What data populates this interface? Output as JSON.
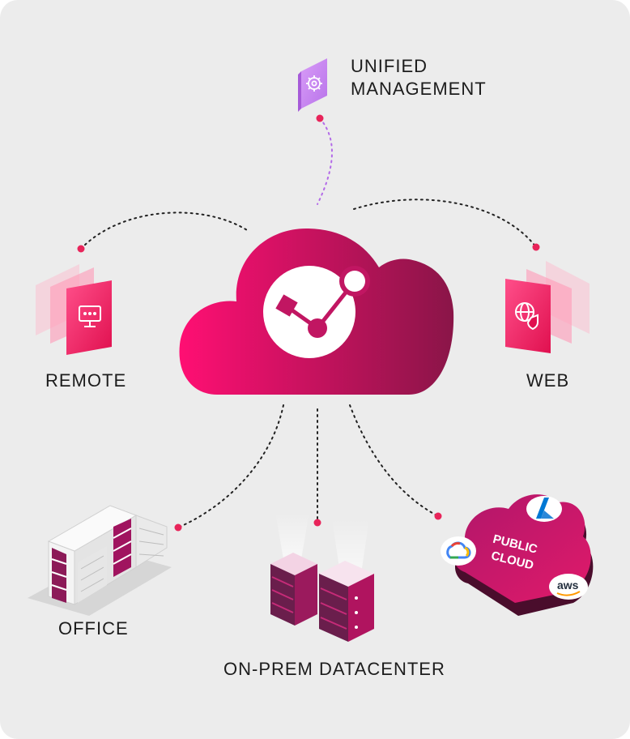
{
  "labels": {
    "unified_line1": "UNIFIED",
    "unified_line2": "MANAGEMENT",
    "remote": "REMOTE",
    "web": "WEB",
    "office": "OFFICE",
    "datacenter": "ON-PREM DATACENTER",
    "public_cloud_line1": "PUBLIC",
    "public_cloud_line2": "CLOUD",
    "aws": "aws"
  },
  "colors": {
    "background": "#ececec",
    "brand_pink": "#ff0f73",
    "brand_deep": "#8a1548",
    "management_purple": "#c98cf0",
    "connector_dot": "#e8245a",
    "text": "#1c1c1c"
  },
  "icons": {
    "management": "gear-icon",
    "remote": "monitor-icon",
    "web": "globe-shield-icon",
    "hub": "network-nodes-icon",
    "azure": "azure-logo-icon",
    "gcp": "google-cloud-logo-icon"
  }
}
